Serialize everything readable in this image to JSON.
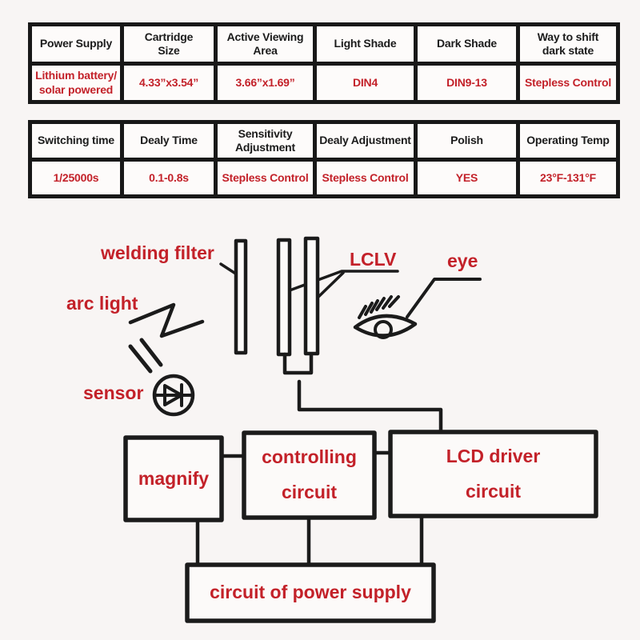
{
  "page": {
    "background_color": "#f8f5f4",
    "ink_color": "#1b1b1b",
    "accent_color": "#c32129"
  },
  "table_top": {
    "cells": [
      {
        "h": "Power Supply",
        "v": "Lithium battery/\nsolar powered"
      },
      {
        "h": "Cartridge\nSize",
        "v": "4.33”x3.54”"
      },
      {
        "h": "Active Viewing\nArea",
        "v": "3.66”x1.69”"
      },
      {
        "h": "Light Shade",
        "v": "DIN4"
      },
      {
        "h": "Dark Shade",
        "v": "DIN9-13"
      },
      {
        "h": "Way to shift\ndark state",
        "v": "Stepless Control"
      }
    ]
  },
  "table_bottom": {
    "cells": [
      {
        "h": "Switching time",
        "v": "1/25000s"
      },
      {
        "h": "Dealy Time",
        "v": "0.1-0.8s"
      },
      {
        "h": "Sensitivity\nAdjustment",
        "v": "Stepless Control"
      },
      {
        "h": "Dealy Adjustment",
        "v": "Stepless Control"
      },
      {
        "h": "Polish",
        "v": "YES"
      },
      {
        "h": "Operating Temp",
        "v": "23°F-131°F"
      }
    ]
  },
  "diagram": {
    "labels": {
      "welding_filter": "welding filter",
      "arc_light": "arc light",
      "sensor": "sensor",
      "lclv": "LCLV",
      "eye": "eye"
    },
    "blocks": {
      "magnify": "magnify",
      "controlling": "controlling\ncircuit",
      "lcd_driver": "LCD driver\ncircuit",
      "power_supply": "circuit of power supply"
    }
  }
}
